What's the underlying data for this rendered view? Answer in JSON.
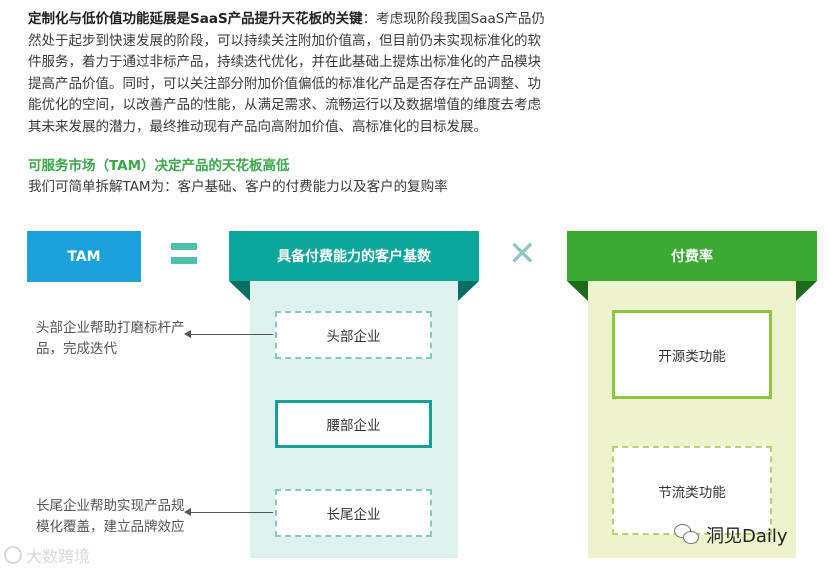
{
  "intro": {
    "lead": "定制化与低价值功能延展是SaaS产品提升天花板的关键",
    "body": "：考虑现阶段我国SaaS产品仍然处于起步到快速发展的阶段，可以持续关注附加价值高，但目前仍未实现标准化的软件服务，着力于通过非标产品，持续迭代优化，并在此基础上提炼出标准化的产品模块提高产品价值。同时，可以关注部分附加价值偏低的标准化产品是否存在产品调整、功能优化的空间，以改善产品的性能，从满足需求、流畅运行以及数据增值的维度去考虑其未来发展的潜力，最终推动现有产品向高附加价值、高标准化的目标发展。"
  },
  "section": {
    "heading": "可服务市场（TAM）决定产品的天花板高低",
    "text": "我们可简单拆解TAM为：客户基础、客户的付费能力以及客户的复购率"
  },
  "diagram": {
    "tam_label": "TAM",
    "customer_base": {
      "header": "具备付费能力的客户基数",
      "head_company": "头部企业",
      "waist_company": "腰部企业",
      "tail_company": "长尾企业"
    },
    "payment_rate": {
      "header": "付费率",
      "open_source": "开源类功能",
      "cost_saving": "节流类功能"
    },
    "annotations": {
      "head_note": "头部企业帮助打磨标杆产品，完成迭代",
      "tail_note": "长尾企业帮助实现产品规模化覆盖，建立品牌效应"
    },
    "colors": {
      "tam": "#1ca1dc",
      "customer_header": "#0ba79a",
      "customer_panel": "#dff1ee",
      "payment_header": "#3aaa35",
      "payment_panel": "#eff3cd"
    }
  },
  "watermarks": {
    "left": "大数跨境",
    "right": "洞见Daily"
  }
}
